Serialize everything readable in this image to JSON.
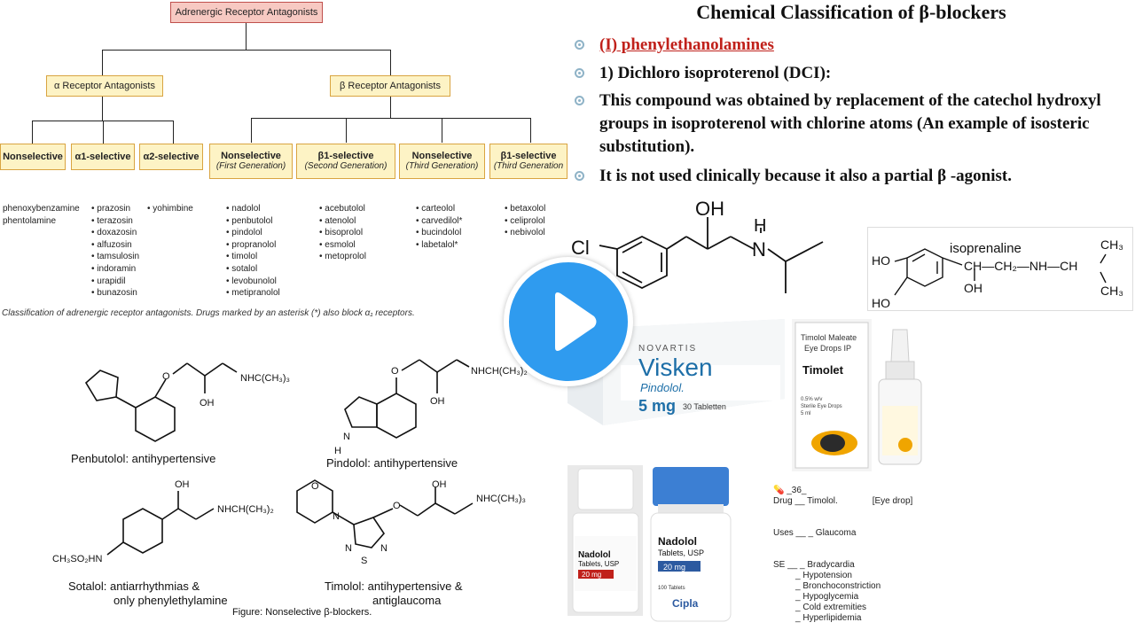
{
  "tree": {
    "root": "Adrenergic Receptor Antagonists",
    "alpha": "α Receptor Antagonists",
    "beta": "β Receptor Antagonists",
    "level2": [
      {
        "label": "Nonselective",
        "sub": ""
      },
      {
        "label": "α1-selective",
        "sub": ""
      },
      {
        "label": "α2-selective",
        "sub": ""
      },
      {
        "label": "Nonselective",
        "sub": "(First Generation)"
      },
      {
        "label": "β1-selective",
        "sub": "(Second Generation)"
      },
      {
        "label": "Nonselective",
        "sub": "(Third Generation)"
      },
      {
        "label": "β1-selective",
        "sub": "(Third Generation"
      }
    ],
    "drugs": [
      [
        "phenoxybenzamine",
        "phentolamine"
      ],
      [
        "• prazosin",
        "• terazosin",
        "• doxazosin",
        "• alfuzosin",
        "• tamsulosin",
        "• indoramin",
        "• urapidil",
        "• bunazosin"
      ],
      [
        "• yohimbine"
      ],
      [
        "• nadolol",
        "• penbutolol",
        "• pindolol",
        "• propranolol",
        "• timolol",
        "• sotalol",
        "• levobunolol",
        "• metipranolol"
      ],
      [
        "• acebutolol",
        "• atenolol",
        "• bisoprolol",
        "• esmolol",
        "• metoprolol"
      ],
      [
        "• carteolol",
        "• carvedilol*",
        "• bucindolol",
        "• labetalol*"
      ],
      [
        "• betaxolol",
        "• celiprolol",
        "• nebivolol"
      ]
    ],
    "caption": "Classification of adrenergic receptor antagonists.  Drugs marked by an asterisk (*) also block α₁ receptors."
  },
  "molecules": {
    "penbutolol": "Penbutolol:  antihypertensive",
    "pindolol": "Pindolol:  antihypertensive",
    "sotalol_1": "Sotalol:  antiarrhythmias &",
    "sotalol_2": "only phenylethylamine",
    "timolol_1": "Timolol:  antihypertensive &",
    "timolol_2": "antiglaucoma",
    "figure": "Figure:  Nonselective β-blockers.",
    "atoms": {
      "nhc": "NHC(CH₃)₃",
      "nhch": "NHCH(CH₃)₂",
      "oh": "OH",
      "o": "O",
      "n": "N",
      "h": "H",
      "s": "S",
      "ch3so2hn": "CH₃SO₂HN"
    }
  },
  "right": {
    "title": "Chemical Classification of β-blockers",
    "bullets": [
      "(I) phenylethanolamines",
      "1) Dichloro isoproterenol (DCI):",
      "This compound was obtained by replacement of the catechol hydroxyl groups in isoproterenol with chlorine atoms (An example of isosteric substitution).",
      "It is not used clinically because it also a partial β -agonist."
    ],
    "dci_atoms": {
      "cl": "Cl",
      "oh": "OH",
      "n": "N",
      "h": "H"
    },
    "iso": {
      "name": "isoprenaline",
      "ho1": "HO",
      "ho2": "HO",
      "chain": "CH—CH₂—NH—CH",
      "oh": "OH",
      "ch3a": "CH₃",
      "ch3b": "CH₃"
    }
  },
  "products": {
    "visken": {
      "brand": "NOVARTIS",
      "name": "Visken",
      "generic": "Pindolol.",
      "dose": "5 mg",
      "count": "30 Tabletten"
    },
    "timolet": {
      "line1": "Timolol Maleate",
      "line2": "Eye Drops IP",
      "brand": "Timolet",
      "small1": "0.5% w/v",
      "small2": "Sterile Eye Drops",
      "small3": "5 ml"
    },
    "nadolol1": {
      "name": "Nadolol",
      "sub": "Tablets, USP",
      "dose": "20 mg"
    },
    "nadolol2": {
      "name": "Nadolol",
      "sub": "Tablets, USP",
      "dose": "20 mg",
      "count": "100 Tablets",
      "maker": "Cipla"
    }
  },
  "notes": {
    "rows": [
      "💊 _36_",
      "Drug __ Timolol.              [Eye drop]",
      "",
      "",
      "Uses __ _ Glaucoma",
      "",
      "",
      "SE __ _ Bradycardia",
      "         _ Hypotension",
      "         _ Bronchoconstriction",
      "         _ Hypoglycemia",
      "         _ Cold extremities",
      "         _ Hyperlipidemia"
    ]
  },
  "colors": {
    "play": "#2f9bef",
    "title_red": "#c0201a",
    "box_fill": "#fdf3c5",
    "box_border": "#d9a441",
    "root_fill": "#f7c9c2"
  }
}
